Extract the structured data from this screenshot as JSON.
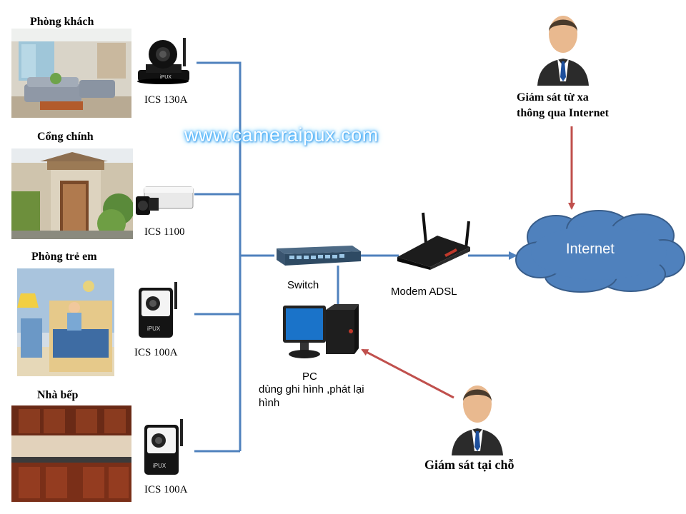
{
  "rooms": [
    {
      "title": "Phòng khách",
      "camera": "ICS 130A"
    },
    {
      "title": "Cổng chính",
      "camera": "ICS 1100"
    },
    {
      "title": "Phòng trẻ em",
      "camera": "ICS 100A"
    },
    {
      "title": "Nhà bếp",
      "camera": "ICS 100A"
    }
  ],
  "watermark": "www.cameraipux.com",
  "network": {
    "switch_label": "Switch",
    "modem_label": "Modem ADSL",
    "internet_label": "Internet",
    "pc_label_line1": "PC",
    "pc_label_line2": "dùng ghi hình ,phát lại",
    "pc_label_line3": "hình"
  },
  "people": {
    "remote_line1": "Giám sát từ xa",
    "remote_line2": "thông qua Internet",
    "local": "Giám sát tại chỗ"
  },
  "camera_brand": "iPUX",
  "colors": {
    "connector": "#4f81bd",
    "arrow": "#c0504d",
    "cloud_fill": "#4f81bd",
    "cloud_stroke": "#385d8a",
    "internet_text": "#ffffff"
  }
}
